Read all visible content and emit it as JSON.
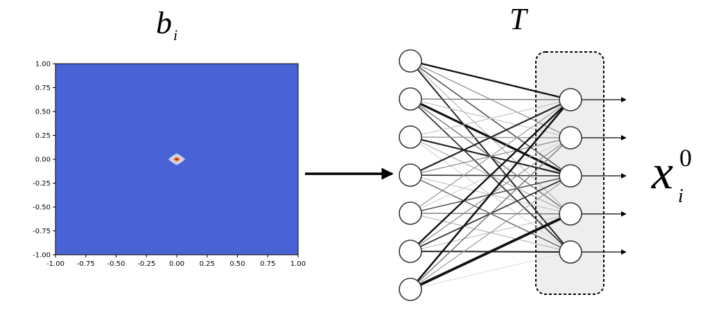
{
  "labels": {
    "input_symbol": "b",
    "input_subscript": "i",
    "network_symbol": "T",
    "output_symbol": "x",
    "output_subscript": "i",
    "output_superscript": "0"
  },
  "colors": {
    "field": "#4a63d4",
    "peak_inner": "#c0392b",
    "peak_mid": "#f0c090",
    "peak_outer": "#a8c8f0",
    "panel_fill": "#eeeeee",
    "node_stroke": "#333333"
  },
  "chart_data": {
    "type": "heatmap",
    "title": "",
    "xlabel": "",
    "ylabel": "",
    "xlim": [
      -1.0,
      1.0
    ],
    "ylim": [
      -1.0,
      1.0
    ],
    "x_ticks": [
      "-1.00",
      "-0.75",
      "-0.50",
      "-0.25",
      "0.00",
      "0.25",
      "0.50",
      "0.75",
      "1.00"
    ],
    "y_ticks": [
      "1.00",
      "0.75",
      "0.50",
      "0.25",
      "0.00",
      "-0.25",
      "-0.50",
      "-0.75",
      "-1.00"
    ],
    "peak": {
      "x": 0.0,
      "y": 0.0
    }
  },
  "network": {
    "input_nodes": 7,
    "output_nodes": 5,
    "edges": [
      [
        0,
        0,
        2.4,
        "#111"
      ],
      [
        0,
        1,
        1.2,
        "#888"
      ],
      [
        0,
        2,
        1.6,
        "#555"
      ],
      [
        0,
        3,
        1.0,
        "#aaa"
      ],
      [
        0,
        4,
        2.0,
        "#222"
      ],
      [
        1,
        0,
        1.2,
        "#666"
      ],
      [
        1,
        1,
        1.0,
        "#bbb"
      ],
      [
        1,
        2,
        3.2,
        "#111"
      ],
      [
        1,
        3,
        1.4,
        "#777"
      ],
      [
        1,
        4,
        1.8,
        "#333"
      ],
      [
        2,
        0,
        1.0,
        "#bbb"
      ],
      [
        2,
        1,
        1.4,
        "#999"
      ],
      [
        2,
        2,
        2.2,
        "#222"
      ],
      [
        2,
        3,
        1.2,
        "#aaa"
      ],
      [
        2,
        4,
        1.0,
        "#ccc"
      ],
      [
        3,
        0,
        2.2,
        "#222"
      ],
      [
        3,
        1,
        1.2,
        "#888"
      ],
      [
        3,
        2,
        1.8,
        "#444"
      ],
      [
        3,
        3,
        1.0,
        "#bbb"
      ],
      [
        3,
        4,
        1.4,
        "#666"
      ],
      [
        4,
        0,
        1.2,
        "#999"
      ],
      [
        4,
        1,
        1.0,
        "#ccc"
      ],
      [
        4,
        2,
        1.6,
        "#555"
      ],
      [
        4,
        3,
        1.4,
        "#777"
      ],
      [
        4,
        4,
        1.0,
        "#aaa"
      ],
      [
        5,
        0,
        2.4,
        "#111"
      ],
      [
        5,
        1,
        1.2,
        "#888"
      ],
      [
        5,
        2,
        1.8,
        "#333"
      ],
      [
        5,
        3,
        1.0,
        "#bbb"
      ],
      [
        5,
        4,
        2.0,
        "#222"
      ],
      [
        6,
        0,
        2.6,
        "#111"
      ],
      [
        6,
        1,
        1.4,
        "#777"
      ],
      [
        6,
        2,
        1.2,
        "#999"
      ],
      [
        6,
        3,
        3.8,
        "#111"
      ],
      [
        6,
        4,
        1.0,
        "#ddd"
      ]
    ]
  }
}
